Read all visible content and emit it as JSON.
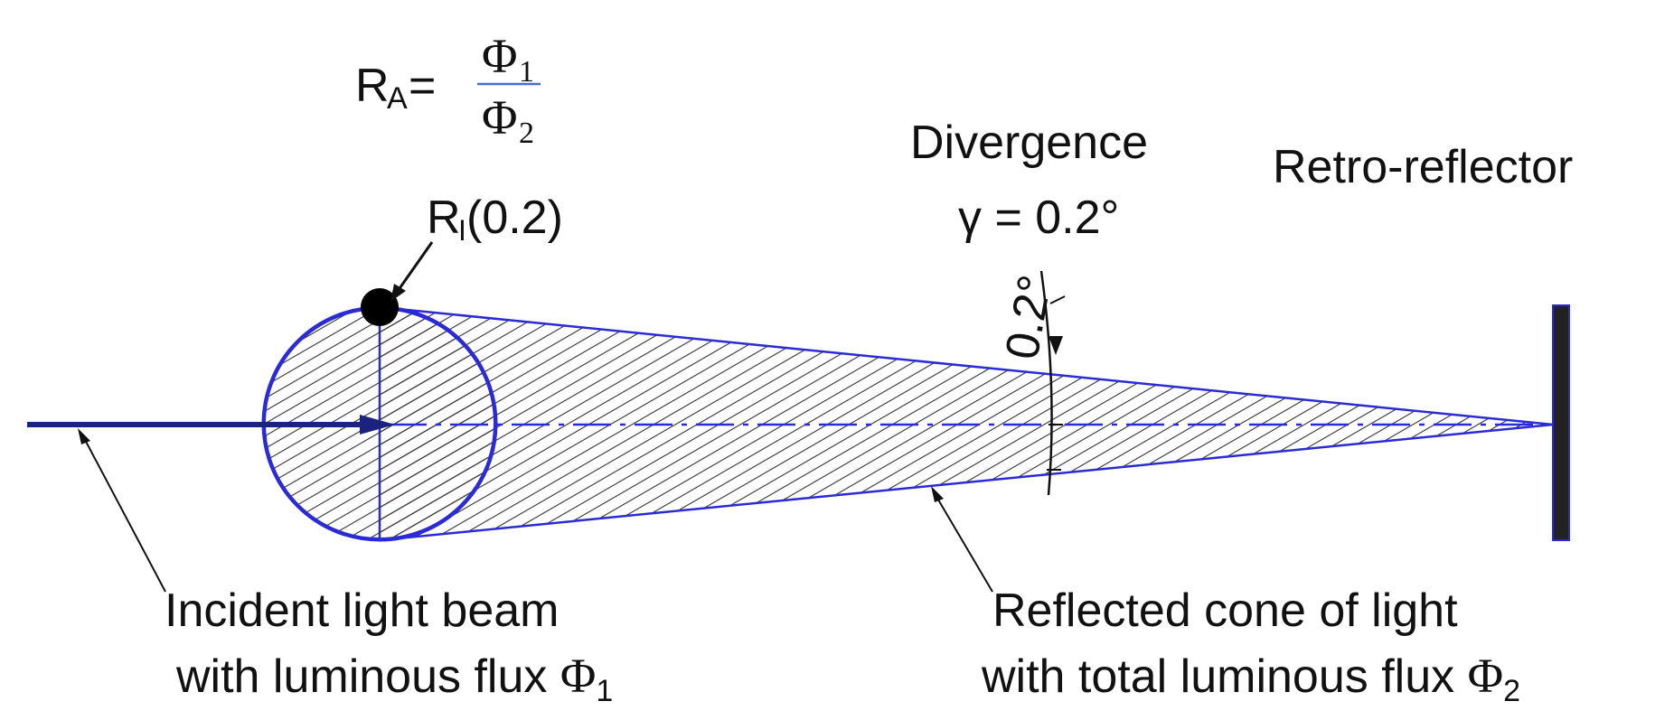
{
  "formula": {
    "lhs_main": "R",
    "lhs_sub": "A",
    "equals": "=",
    "numerator_main": "Φ",
    "numerator_sub": "1",
    "denominator_main": "Φ",
    "denominator_sub": "2"
  },
  "ri_label": {
    "main": "R",
    "sub": "I",
    "value": "(0.2)"
  },
  "divergence": {
    "title": "Divergence",
    "formula": "γ = 0.2°",
    "angle_label": "0.2°"
  },
  "retroreflector_label": "Retro-reflector",
  "incident": {
    "line1": "Incident light beam",
    "line2_text": "with luminous flux ",
    "line2_sym": "Φ",
    "line2_sub": "1"
  },
  "reflected": {
    "line1": "Reflected cone of light",
    "line2_text": "with total luminous flux ",
    "line2_sym": "Φ",
    "line2_sub": "2"
  },
  "colors": {
    "beam": "#1a237e",
    "outline": "#2b2bd6",
    "hatch": "#333333",
    "reflector": "#111111",
    "text": "#111111"
  }
}
